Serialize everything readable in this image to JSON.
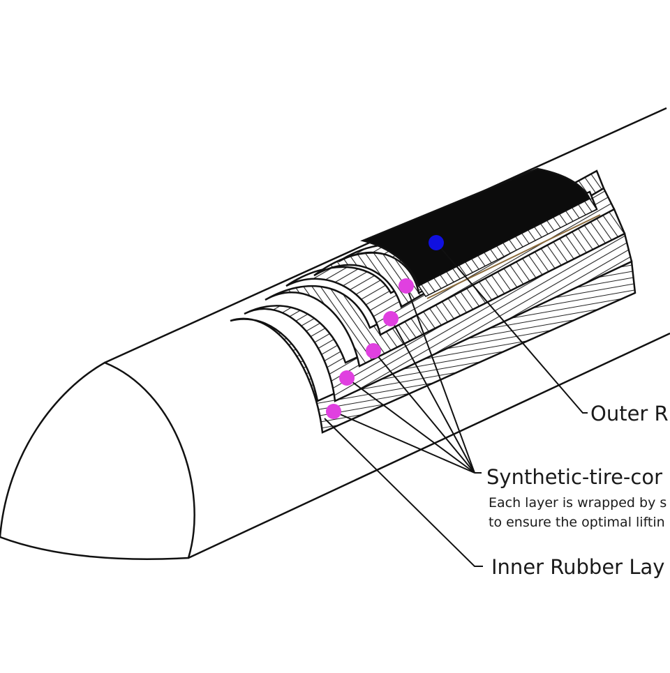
{
  "labels": {
    "outer_layer": "Outer R",
    "cord_layers_title": "Synthetic-tire-cor",
    "cord_layers_note_line1": "Each layer is wrapped by s",
    "cord_layers_note_line2": "to ensure the optimal liftin",
    "inner_layer": "Inner Rubber Lay"
  },
  "marker_colors": {
    "outer_marker": "#1010e0",
    "layer_markers": "#e040e0"
  }
}
